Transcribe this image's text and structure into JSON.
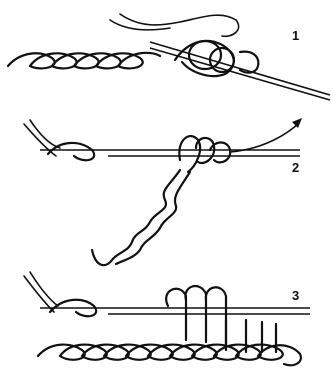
{
  "steps": [
    {
      "label": "1"
    },
    {
      "label": "2"
    },
    {
      "label": "3"
    }
  ]
}
